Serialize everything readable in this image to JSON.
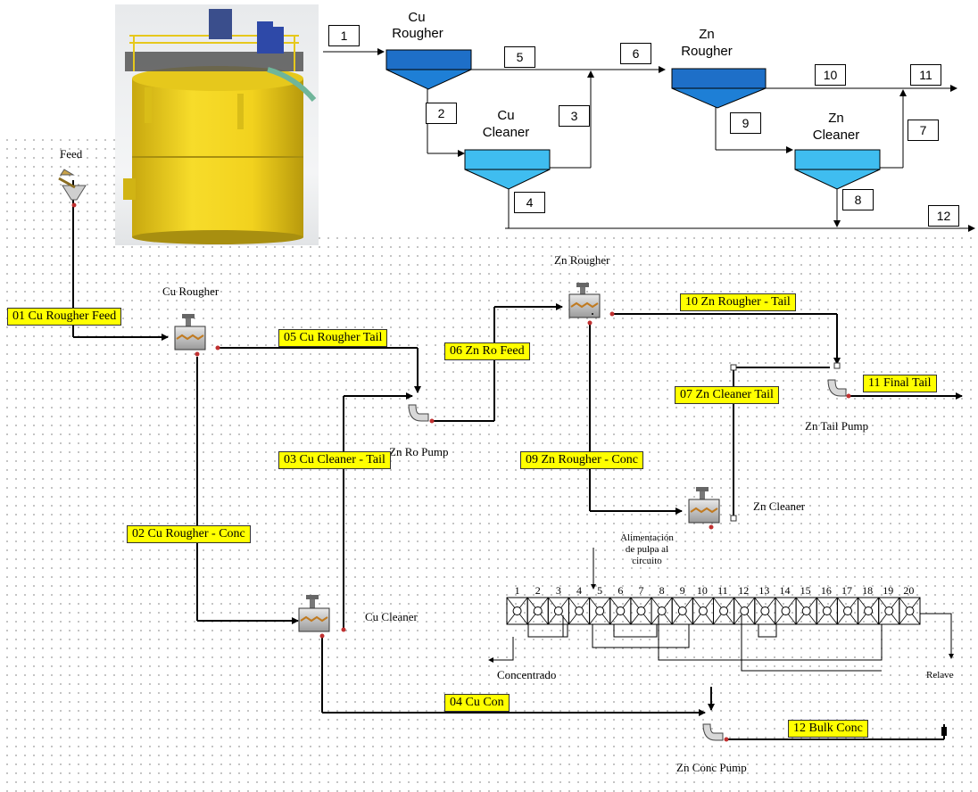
{
  "schematic": {
    "cu_rougher": [
      "Cu",
      "Rougher"
    ],
    "cu_cleaner": [
      "Cu",
      "Cleaner"
    ],
    "zn_rougher": [
      "Zn",
      "Rougher"
    ],
    "zn_cleaner": [
      "Zn",
      "Cleaner"
    ],
    "streams": [
      "1",
      "2",
      "3",
      "4",
      "5",
      "6",
      "7",
      "8",
      "9",
      "10",
      "11",
      "12"
    ]
  },
  "flowsheet": {
    "units": {
      "feed": "Feed",
      "cu_rougher": "Cu Rougher",
      "cu_cleaner": "Cu Cleaner",
      "zn_ro_pump": "Zn Ro Pump",
      "zn_rougher": "Zn Rougher",
      "zn_cleaner": "Zn Cleaner",
      "zn_tail_pump": "Zn Tail Pump",
      "zn_conc_pump": "Zn Conc Pump"
    },
    "streams": {
      "s01": "01 Cu Rougher Feed",
      "s02": "02 Cu Rougher - Conc",
      "s03": "03 Cu Cleaner - Tail",
      "s04": "04 Cu  Con",
      "s05": "05 Cu Rougher Tail",
      "s06": "06 Zn Ro Feed",
      "s07": "07 Zn Cleaner Tail",
      "s09": "09 Zn Rougher - Conc",
      "s10": "10 Zn Rougher - Tail",
      "s11": "11 Final Tail",
      "s12": "12 Bulk Conc"
    }
  },
  "cell_bank": {
    "feed_label": [
      "Alimentación",
      "de pulpa al",
      "circuito"
    ],
    "cell_numbers": [
      "1",
      "2",
      "3",
      "4",
      "5",
      "6",
      "7",
      "8",
      "9",
      "10",
      "11",
      "12",
      "13",
      "14",
      "15",
      "16",
      "17",
      "18",
      "19",
      "20"
    ],
    "concentrate_label": "Concentrado",
    "tailings_label": "Relave"
  },
  "colors": {
    "highlight": "#ffff00",
    "tank_yellow": "#f2d21e",
    "schematic_blue": "#1e7fd6",
    "schematic_light_blue": "#3fbdf0"
  }
}
